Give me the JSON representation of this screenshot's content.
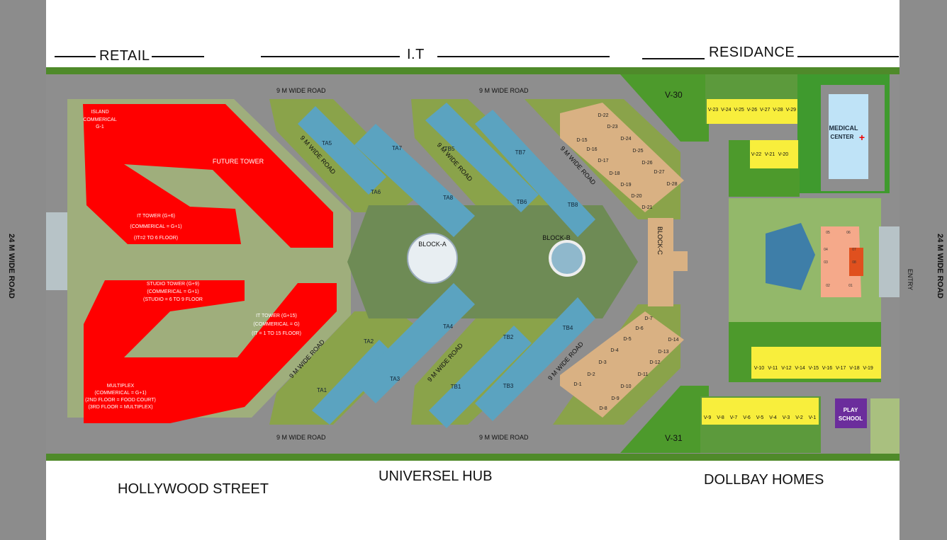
{
  "header": {
    "zones": [
      "RETAIL",
      "I.T",
      "RESIDANCE"
    ]
  },
  "side_roads": {
    "left": "24 M WIDE ROAD",
    "right": "24 M WIDE ROAD",
    "entry": "ENTRY"
  },
  "footer": {
    "labels": [
      "HOLLYWOOD STREET",
      "UNIVERSEL HUB",
      "DOLLBAY HOMES"
    ]
  },
  "roads": {
    "label": "9 M WIDE ROAD"
  },
  "retail": {
    "island": [
      "ISLAND",
      "COMMERICAL",
      "G-1"
    ],
    "future_tower": "FUTURE  TOWER",
    "it_tower_6": [
      "IT  TOWER (G+6)",
      "(COMMERICAL = G+1)",
      "(IT=2 TO 6 FLOOR)"
    ],
    "studio_tower": [
      "STUDIO TOWER (G+9)",
      "(COMMERICAL = G+1)",
      "(STUDIO = 6 TO 9 FLOOR"
    ],
    "it_tower_15": [
      "IT TOWER (G+15)",
      "(COMMERICAL = G)",
      "(IT = 1 TO 15 FLOOR)"
    ],
    "multiplex": [
      "MULTIPLEX",
      "(COMMERICAL = G+1)",
      "(2ND FLOOR = FOOD COURT)",
      "(3RD FLOOR = MULTIPLEX)"
    ]
  },
  "it": {
    "towers": [
      "TA5",
      "TA7",
      "TA6",
      "TA8",
      "TB5",
      "TB7",
      "TB6",
      "TB8",
      "TA2",
      "TA4",
      "TA1",
      "TA3",
      "TB2",
      "TB4",
      "TB1",
      "TB3"
    ],
    "block_a": "BLOCK-A",
    "block_b": "BLOCK-B",
    "block_c": "BLOCK-C",
    "d_plots_top": [
      "D-22",
      "D-23",
      "D-15",
      "D-24",
      "D-16",
      "D-25",
      "D-17",
      "D-26",
      "D-18",
      "D-27",
      "D-19",
      "D-28",
      "D-20",
      "D-21"
    ],
    "d_plots_bottom": [
      "D-7",
      "D-6",
      "D-14",
      "D-5",
      "D-13",
      "D-4",
      "D-12",
      "D-3",
      "D-11",
      "D-2",
      "D-10",
      "D-1",
      "D-9",
      "D-8"
    ]
  },
  "residence": {
    "v30": "V-30",
    "v31": "V-31",
    "villas_top": [
      "V-23",
      "V-24",
      "V-25",
      "V-26",
      "V-27",
      "V-28",
      "V-29"
    ],
    "villas_mid": [
      "V-22",
      "V-21",
      "V-20"
    ],
    "villas_lower": [
      "V-10",
      "V-11",
      "V-12",
      "V-14",
      "V-15",
      "V-16",
      "V-17",
      "V-18",
      "V-19"
    ],
    "villas_bottom": [
      "V-9",
      "V-8",
      "V-7",
      "V-6",
      "V-5",
      "V-4",
      "V-3",
      "V-2",
      "V-1"
    ],
    "medical_center": [
      "MEDICAL",
      "CENTER"
    ],
    "play_school": [
      "PLAY",
      "SCHOOL"
    ],
    "clubhouse_units": [
      "05",
      "06",
      "04",
      "07",
      "03",
      "08",
      "02",
      "01"
    ]
  },
  "colors": {
    "retail_red": "#ff0000",
    "tower_blue": "#5ba3c0",
    "road_grey": "#8e8e8e",
    "plot_tan": "#d9b183",
    "villa_yellow": "#f8ee3c",
    "medical_blue": "#bfe3f7",
    "school_purple": "#6b2d9c",
    "lawn_green": "#6f9a34"
  }
}
